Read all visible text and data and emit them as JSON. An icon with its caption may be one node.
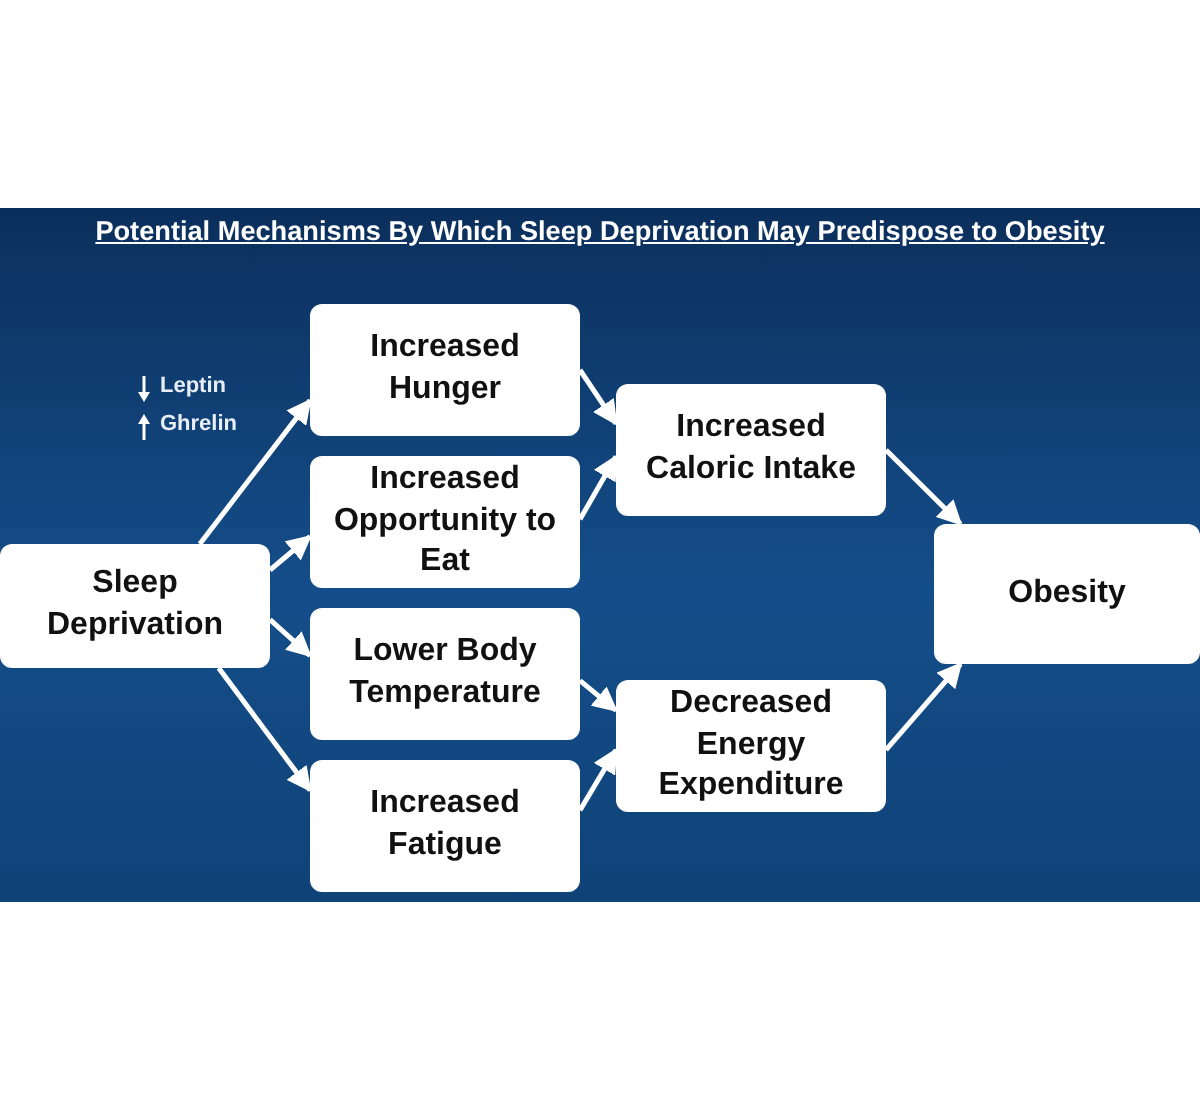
{
  "diagram": {
    "title": "Potential Mechanisms By Which Sleep Deprivation May Predispose to Obesity",
    "nodes": [
      {
        "text": [
          "Sleep Deprivation"
        ]
      },
      {
        "text": [
          "Increased Hunger"
        ]
      },
      {
        "text": [
          "Increased Opportunity to Eat"
        ]
      },
      {
        "text": [
          "Lower Body Temperature"
        ]
      },
      {
        "text": [
          "Increased Fatigue"
        ]
      },
      {
        "text": [
          "Increased Caloric Intake"
        ]
      },
      {
        "text": [
          "Decreased Energy Expenditure"
        ]
      },
      {
        "text": [
          "Obesity"
        ]
      }
    ],
    "edges": [
      {
        "from": 0,
        "to": 1,
        "arrow": "to"
      },
      {
        "from": 0,
        "to": 2,
        "arrow": "to"
      },
      {
        "from": 0,
        "to": 3,
        "arrow": "to"
      },
      {
        "from": 0,
        "to": 4,
        "arrow": "to"
      },
      {
        "from": 1,
        "to": 5,
        "arrow": "to"
      },
      {
        "from": 2,
        "to": 5,
        "arrow": "to"
      },
      {
        "from": 3,
        "to": 6,
        "arrow": "to"
      },
      {
        "from": 4,
        "to": 6,
        "arrow": "to"
      },
      {
        "from": 5,
        "to": 7,
        "arrow": "to"
      },
      {
        "from": 6,
        "to": 7,
        "arrow": "to"
      }
    ],
    "labels": [
      "Leptin",
      "Ghrelin"
    ]
  }
}
